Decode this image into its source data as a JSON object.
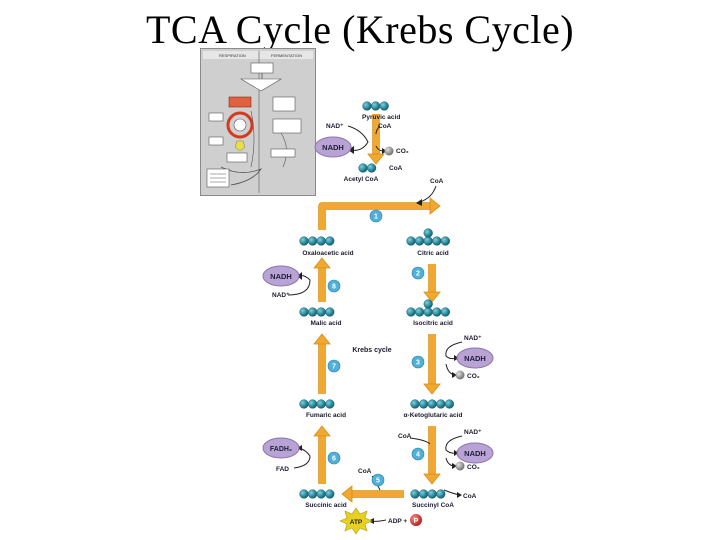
{
  "title": "TCA Cycle (Krebs Cycle)",
  "thumbnail": {
    "header_left": "RESPIRATION",
    "header_right": "FERMENTATION"
  },
  "cycle_label": "Krebs cycle",
  "molecules": {
    "pyruvic": "Pyruvic acid",
    "acetyl": "Acetyl CoA",
    "oxaloacetic": "Oxaloacetic acid",
    "citric": "Citric acid",
    "isocitric": "Isocitric acid",
    "ketoglutaric": "α-Ketoglutaric acid",
    "succinyl": "Succinyl CoA",
    "succinic": "Succinic acid",
    "fumaric": "Fumaric acid",
    "malic": "Malic acid"
  },
  "cofactors": {
    "nad_plus": "NAD⁺",
    "nadh": "NADH",
    "coa": "CoA",
    "co2": "CO₂",
    "fadh2": "FADH₂",
    "fad": "FAD",
    "atp": "ATP",
    "adp": "ADP +",
    "p": "P"
  },
  "steps": [
    "1",
    "2",
    "3",
    "4",
    "5",
    "6",
    "7",
    "8"
  ],
  "colors": {
    "arrow": "#f0a830",
    "arrow_dark": "#d98c10",
    "carbon": "#2c8a9c",
    "carbon_dark": "#13586a",
    "cofactor": "#b8a3d4",
    "cofactor_border": "#8c74b0",
    "step_badge": "#4fb0d8",
    "co2": "#8f8f8f",
    "atp": "#e8d020",
    "phosphate": "#d93030"
  }
}
